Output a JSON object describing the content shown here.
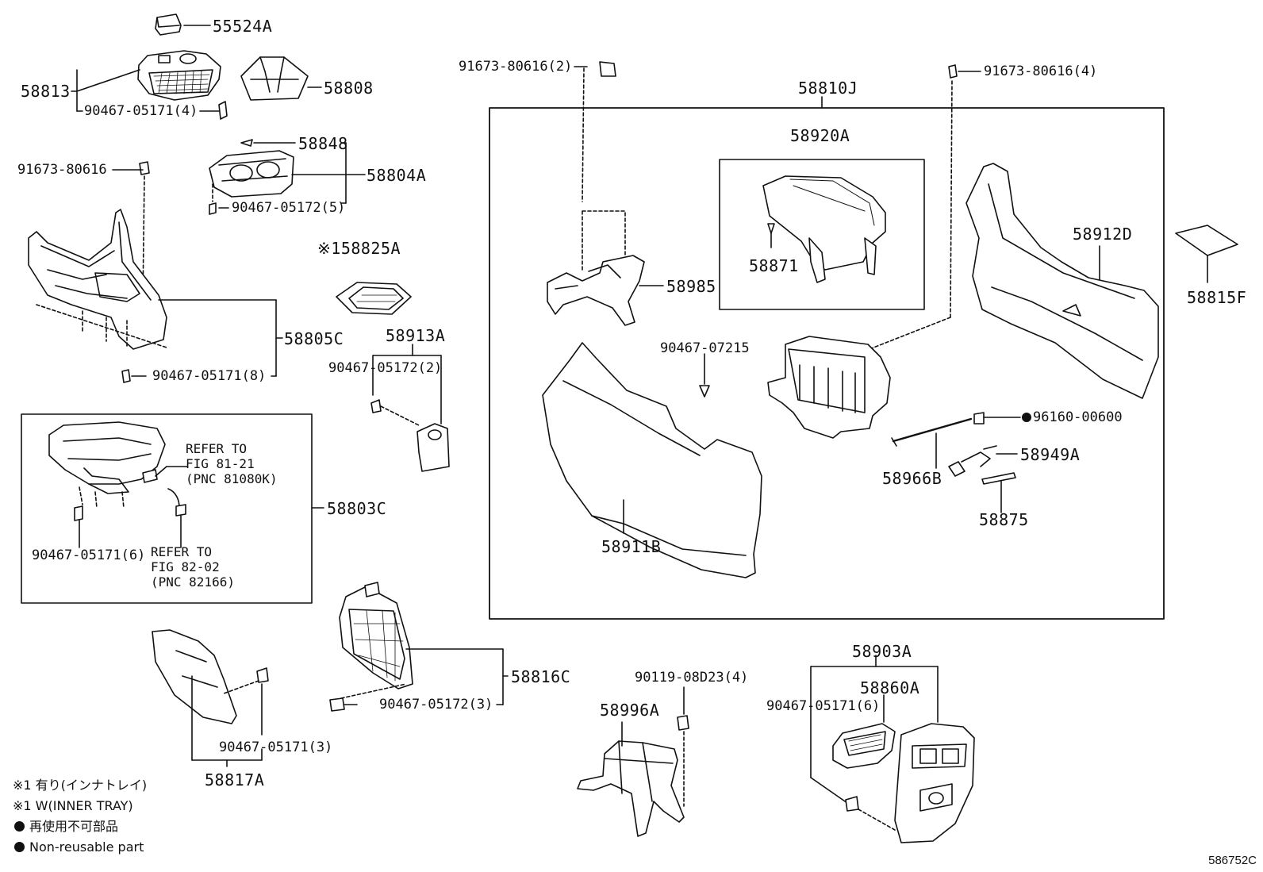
{
  "parts": {
    "p55524A": "55524A",
    "p58813": "58813",
    "p58808": "58808",
    "p9046705171_4": "90467-05171(4)",
    "p58848": "58848",
    "p58804A": "58804A",
    "p91673_80616": "91673-80616",
    "p9046705172_5": "90467-05172(5)",
    "p58825A": "58825A",
    "p58825A_mark": "※1",
    "p58805C": "58805C",
    "p9046705171_8": "90467-05171(8)",
    "p58913A": "58913A",
    "p9046705172_2": "90467-05172(2)",
    "p58803C": "58803C",
    "p9046705171_6a": "90467-05171(6)",
    "p58816C": "58816C",
    "p9046705172_3": "90467-05172(3)",
    "p9046705171_3": "90467-05171(3)",
    "p58817A": "58817A",
    "p91673_80616_2": "91673-80616(2)",
    "p58810J": "58810J",
    "p91673_80616_4": "91673-80616(4)",
    "p58920A": "58920A",
    "p58871": "58871",
    "p58985": "58985",
    "p58912D": "58912D",
    "p58815F": "58815F",
    "p90467_07215": "90467-07215",
    "p96160_00600": "96160-00600",
    "p58949A": "58949A",
    "p58966B": "58966B",
    "p58875": "58875",
    "p58911B": "58911B",
    "p58903A": "58903A",
    "p58860A": "58860A",
    "p9046705171_6b": "90467-05171(6)",
    "p90119_08D23_4": "90119-08D23(4)",
    "p58996A": "58996A"
  },
  "notes": {
    "ref1": "REFER TO\nFIG 81-21\n(PNC 81080K)",
    "ref2": "REFER TO\nFIG 82-02\n(PNC 82166)"
  },
  "legend": {
    "line1": "※1 有り(インナトレイ)",
    "line2": "※1 W(INNER TRAY)",
    "line3": "再使用不可部品",
    "line4": "Non-reusable part"
  },
  "figure_ref": "586752C"
}
